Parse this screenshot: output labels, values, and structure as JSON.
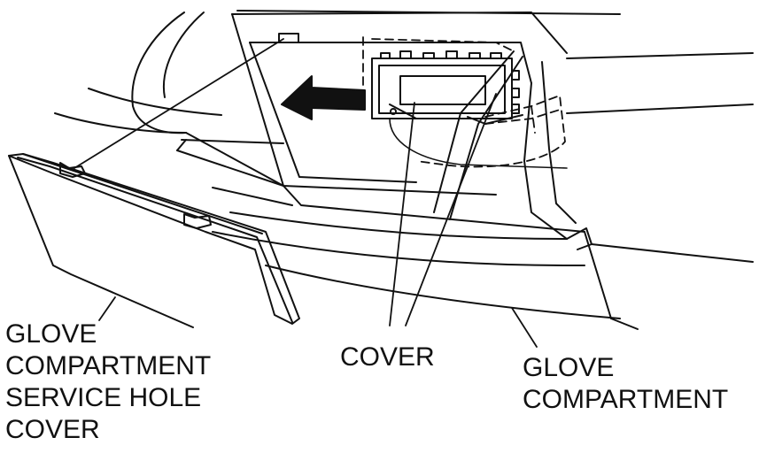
{
  "labels": {
    "service_hole_cover": [
      "GLOVE",
      "COMPARTMENT",
      "SERVICE HOLE",
      "COVER"
    ],
    "cover": [
      "COVER"
    ],
    "glove_compartment": [
      "GLOVE",
      "COMPARTMENT"
    ]
  },
  "colors": {
    "line": "#111111",
    "background": "#ffffff"
  }
}
